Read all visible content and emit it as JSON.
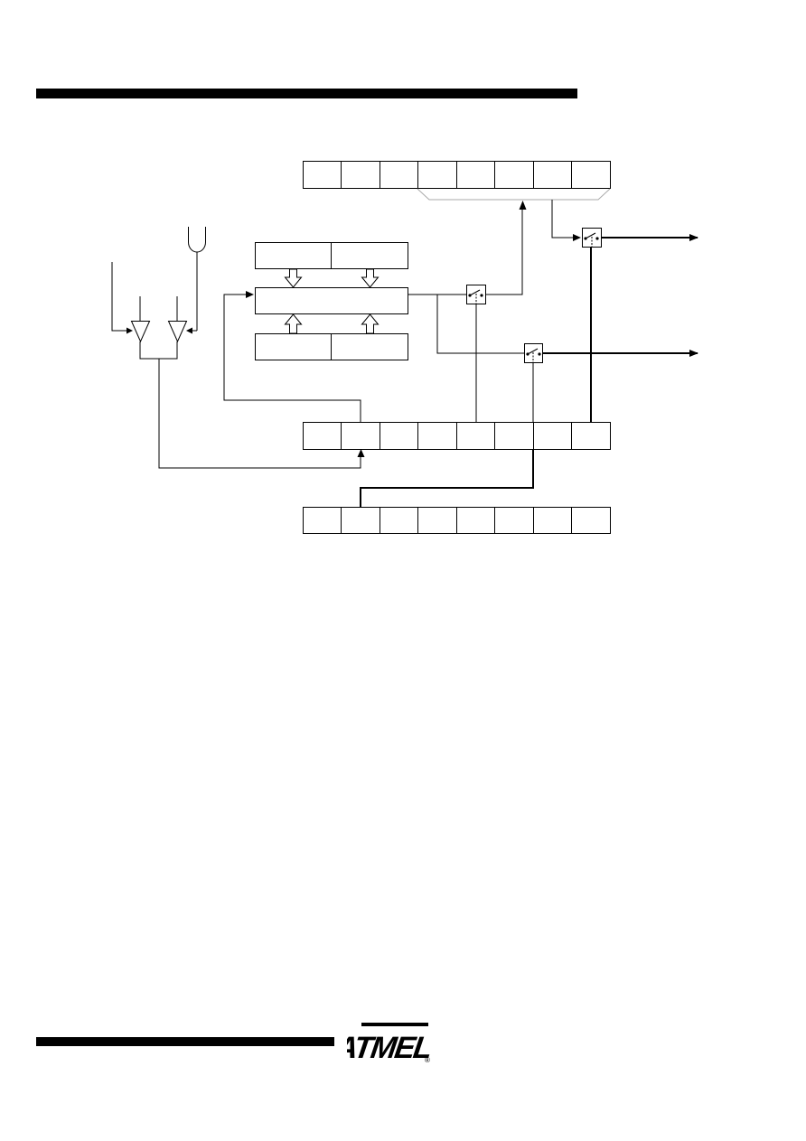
{
  "header": {},
  "diagram": {
    "register_bits": 8,
    "components": [
      "top-register",
      "timer-counter-register",
      "compare-register-high",
      "compare-register-low",
      "capture-register-low",
      "capture-register-high",
      "control-register",
      "lower-register",
      "comparator-left",
      "comparator-right",
      "input-gate",
      "switch-top",
      "switch-middle",
      "switch-right",
      "output-arrow-upper",
      "output-arrow-lower"
    ]
  },
  "footer": {
    "logo_text": "ATMEL",
    "logo_mark": "®"
  }
}
